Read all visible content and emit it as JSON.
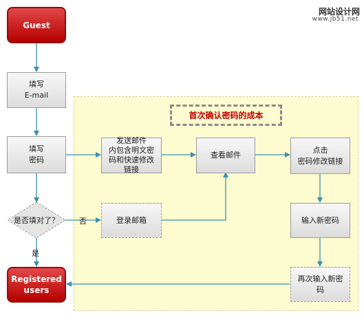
{
  "watermark": {
    "name": "网站设计网",
    "url": "www.jb51.net"
  },
  "diagram_title": "首次确认密码的成本",
  "nodes": {
    "guest": "Guest",
    "fill_email": "填写\nE-mail",
    "fill_password": "填写\n密码",
    "check_decision": "是否填对了？",
    "registered_users": "Registered\nusers",
    "send_email": "发送邮件\n内包含明文密\n码和快速修改\n链接",
    "login_mailbox": "登录邮箱",
    "view_email": "查看邮件",
    "click_link": "点击\n密码修改链接",
    "enter_new_password": "输入新密码",
    "reenter_new_password": "再次输入新密\n码"
  },
  "edge_labels": {
    "no": "否",
    "yes": "是"
  },
  "colors": {
    "arrow": "#3a8fb0",
    "red_fill": "#c80000",
    "region_fill": "#fdfbd0",
    "title_text": "#c00000"
  }
}
